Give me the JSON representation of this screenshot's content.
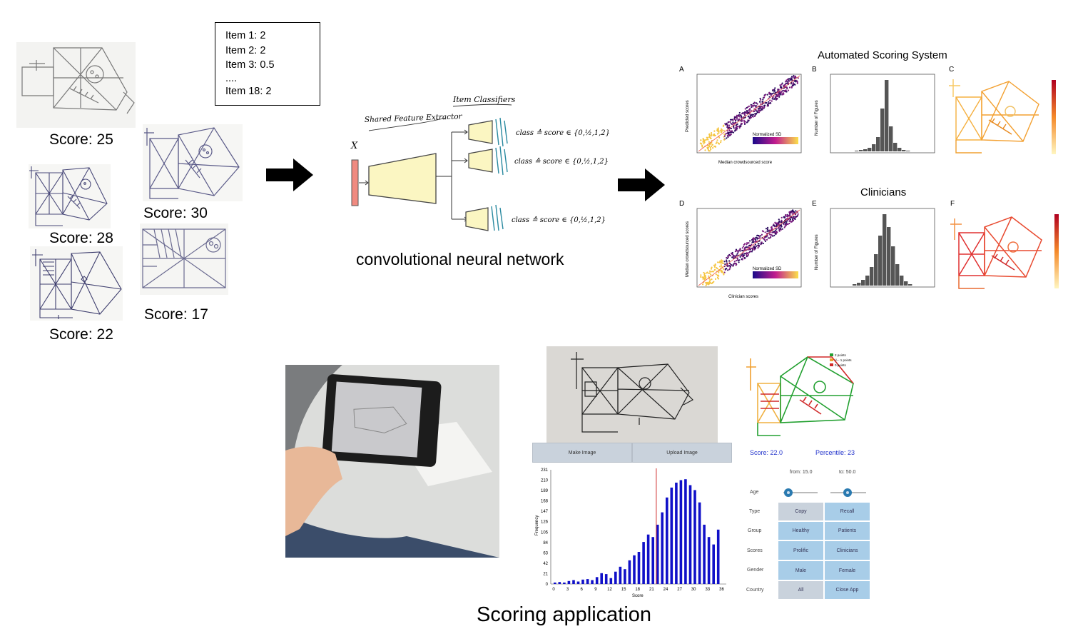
{
  "drawings": [
    {
      "score_label": "Score: 25"
    },
    {
      "score_label": "Score: 30"
    },
    {
      "score_label": "Score: 28"
    },
    {
      "score_label": "Score: 17"
    },
    {
      "score_label": "Score: 22"
    }
  ],
  "item_scores": [
    "Item 1: 2",
    "Item 2: 2",
    "Item 3: 0.5",
    "....",
    "Item 18: 2"
  ],
  "cnn": {
    "title": "convolutional neural network",
    "input_label": "X",
    "extractor_label": "Shared Feature Extractor",
    "classifiers_label": "Item Classifiers",
    "classifier_output": "class ≙ score ∈ {0,½,1,2}"
  },
  "results": {
    "automated_title": "Automated Scoring System",
    "clinicians_title": "Clinicians",
    "panel_letters": [
      "A",
      "B",
      "C",
      "D",
      "E",
      "F"
    ],
    "legend_label": "Normalized SD",
    "scatter_A": {
      "xlabel": "Median crowdsourced score",
      "ylabel": "Predicted scores"
    },
    "scatter_D": {
      "xlabel": "Clinician scores",
      "ylabel": "Median crowdsourced scores"
    },
    "hist_B": {
      "ylabel": "Number of Figures"
    },
    "hist_E": {
      "ylabel": "Number of Figures"
    },
    "colors": {
      "scatter_low": "#f5c542",
      "scatter_high": "#2a0a5e",
      "hist_bar": "#555555"
    }
  },
  "app": {
    "title": "Scoring application",
    "make_image": "Make Image",
    "upload_image": "Upload Image",
    "score_text": "Score: 22.0",
    "percentile_text": "Percentile: 23",
    "from_text": "from: 15.0",
    "to_text": "to: 50.0",
    "legend": [
      "2 points",
      "½ - 1 points",
      "0 points"
    ],
    "filters": [
      {
        "label": "Age"
      },
      {
        "label": "Type",
        "left": "Copy",
        "right": "Recall"
      },
      {
        "label": "Group",
        "left": "Healthy",
        "right": "Patients"
      },
      {
        "label": "Scores",
        "left": "Prolific",
        "right": "Clinicians"
      },
      {
        "label": "Gender",
        "left": "Male",
        "right": "Female"
      },
      {
        "label": "Country",
        "left": "All",
        "right": "Close App"
      }
    ],
    "histogram": {
      "type": "bar",
      "xlabel": "Score",
      "ylabel": "Frequency",
      "x_ticks": [
        "0",
        "3",
        "6",
        "9",
        "12",
        "15",
        "18",
        "21",
        "24",
        "27",
        "30",
        "33",
        "36"
      ],
      "y_ticks": [
        "231",
        "210",
        "189",
        "168",
        "147",
        "126",
        "105",
        "84",
        "63",
        "42",
        "21",
        "0"
      ],
      "ylim": [
        0,
        231
      ],
      "marker_score": 22,
      "values": [
        3,
        4,
        3,
        6,
        8,
        5,
        9,
        10,
        8,
        14,
        22,
        20,
        12,
        25,
        35,
        30,
        48,
        58,
        65,
        85,
        100,
        95,
        120,
        145,
        175,
        195,
        205,
        210,
        212,
        200,
        190,
        165,
        120,
        95,
        80,
        110
      ],
      "bar_color": "#1010c8",
      "marker_color": "#d03030"
    }
  }
}
